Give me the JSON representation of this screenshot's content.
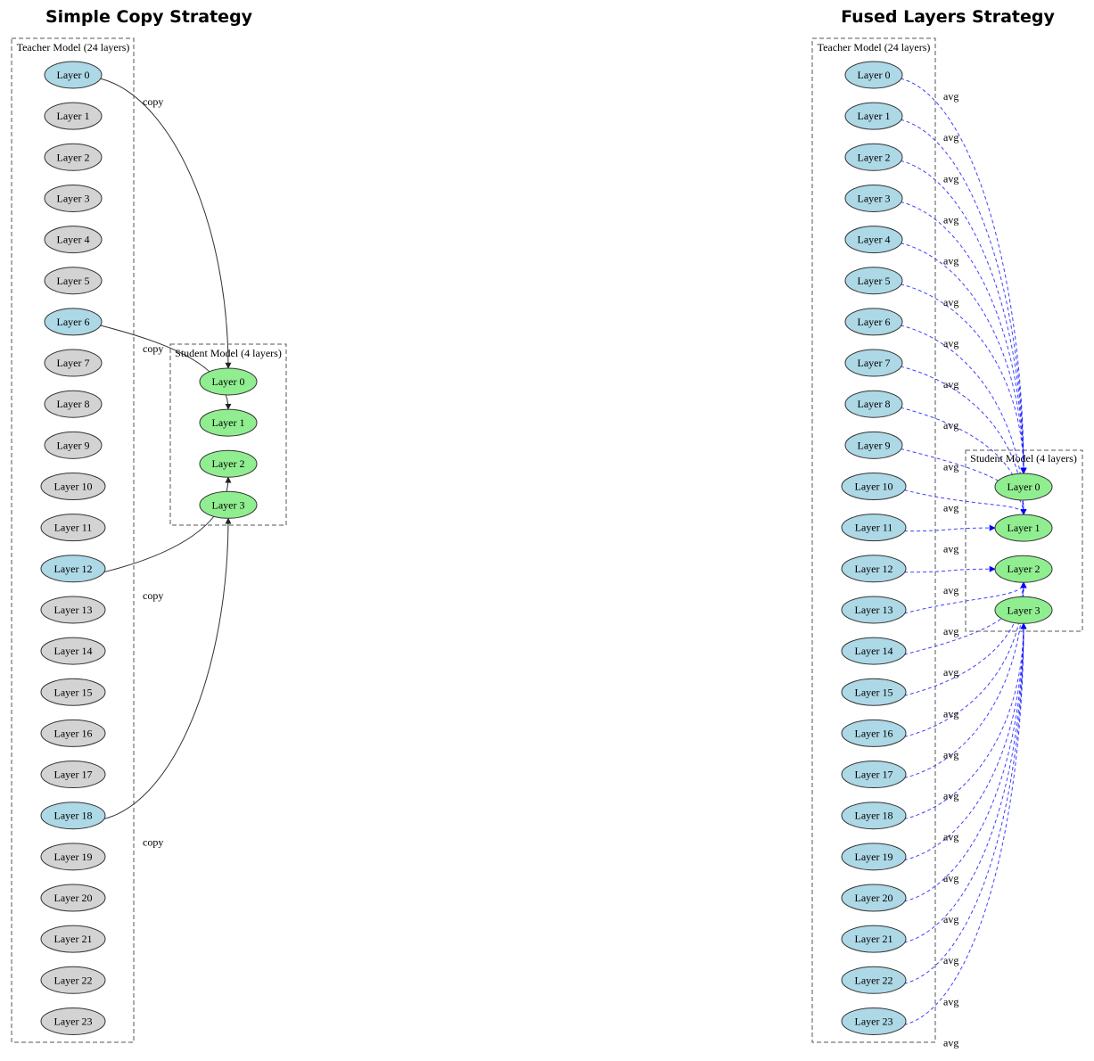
{
  "panels": [
    {
      "id": "simple",
      "title": "Simple Copy Strategy",
      "teacher": {
        "label": "Teacher Model (24 layers)",
        "layers": [
          "Layer 0",
          "Layer 1",
          "Layer 2",
          "Layer 3",
          "Layer 4",
          "Layer 5",
          "Layer 6",
          "Layer 7",
          "Layer 8",
          "Layer 9",
          "Layer 10",
          "Layer 11",
          "Layer 12",
          "Layer 13",
          "Layer 14",
          "Layer 15",
          "Layer 16",
          "Layer 17",
          "Layer 18",
          "Layer 19",
          "Layer 20",
          "Layer 21",
          "Layer 22",
          "Layer 23"
        ],
        "highlighted": [
          0,
          6,
          12,
          18
        ]
      },
      "student": {
        "label": "Student Model (4 layers)",
        "layers": [
          "Layer 0",
          "Layer 1",
          "Layer 2",
          "Layer 3"
        ]
      },
      "edge_label": "copy",
      "edge_style": "solid",
      "edges": [
        [
          0,
          0
        ],
        [
          6,
          1
        ],
        [
          12,
          2
        ],
        [
          18,
          3
        ]
      ]
    },
    {
      "id": "fused",
      "title": "Fused Layers Strategy",
      "teacher": {
        "label": "Teacher Model (24 layers)",
        "layers": [
          "Layer 0",
          "Layer 1",
          "Layer 2",
          "Layer 3",
          "Layer 4",
          "Layer 5",
          "Layer 6",
          "Layer 7",
          "Layer 8",
          "Layer 9",
          "Layer 10",
          "Layer 11",
          "Layer 12",
          "Layer 13",
          "Layer 14",
          "Layer 15",
          "Layer 16",
          "Layer 17",
          "Layer 18",
          "Layer 19",
          "Layer 20",
          "Layer 21",
          "Layer 22",
          "Layer 23"
        ],
        "highlighted": [
          0,
          1,
          2,
          3,
          4,
          5,
          6,
          7,
          8,
          9,
          10,
          11,
          12,
          13,
          14,
          15,
          16,
          17,
          18,
          19,
          20,
          21,
          22,
          23
        ]
      },
      "student": {
        "label": "Student Model (4 layers)",
        "layers": [
          "Layer 0",
          "Layer 1",
          "Layer 2",
          "Layer 3"
        ]
      },
      "edge_label": "avg",
      "edge_style": "dashed",
      "edges": [
        [
          0,
          0
        ],
        [
          1,
          0
        ],
        [
          2,
          0
        ],
        [
          3,
          0
        ],
        [
          4,
          0
        ],
        [
          5,
          0
        ],
        [
          6,
          1
        ],
        [
          7,
          1
        ],
        [
          8,
          1
        ],
        [
          9,
          1
        ],
        [
          10,
          1
        ],
        [
          11,
          1
        ],
        [
          12,
          2
        ],
        [
          13,
          2
        ],
        [
          14,
          2
        ],
        [
          15,
          2
        ],
        [
          16,
          2
        ],
        [
          17,
          2
        ],
        [
          18,
          3
        ],
        [
          19,
          3
        ],
        [
          20,
          3
        ],
        [
          21,
          3
        ],
        [
          22,
          3
        ],
        [
          23,
          3
        ]
      ]
    }
  ],
  "colors": {
    "teacher_highlight": "#add8e6",
    "teacher_plain": "#d3d3d3",
    "student": "#90ee90",
    "copy_edge": "#333333",
    "avg_edge": "#0000ff",
    "cluster_border": "#555555"
  }
}
